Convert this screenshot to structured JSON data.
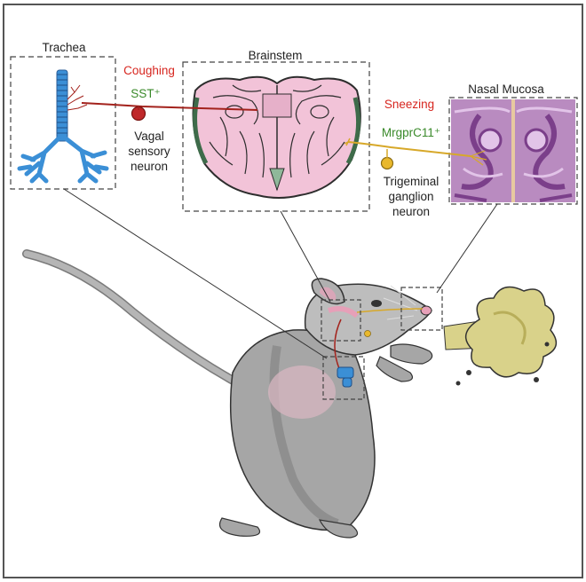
{
  "labels": {
    "trachea": "Trachea",
    "brainstem": "Brainstem",
    "nasal_mucosa": "Nasal Mucosa",
    "coughing": "Coughing",
    "sneezing": "Sneezing",
    "sst": "SST⁺",
    "mrgprc11": "MrgprC11⁺",
    "vagal": [
      "Vagal",
      "sensory",
      "neuron"
    ],
    "trigeminal": [
      "Trigeminal",
      "ganglion",
      "neuron"
    ]
  },
  "colors": {
    "frame": "#555555",
    "trachea_blue": "#3b8fd6",
    "nerve_red": "#a3221c",
    "nerve_yellow": "#d7a829",
    "brain_pink": "#f2c3d8",
    "brain_outline": "#2d2d2d",
    "mucosa_purple": "#b98bc0",
    "mouse_gray": "#a6a6a6",
    "sneeze_yellow": "#d9d28a"
  }
}
